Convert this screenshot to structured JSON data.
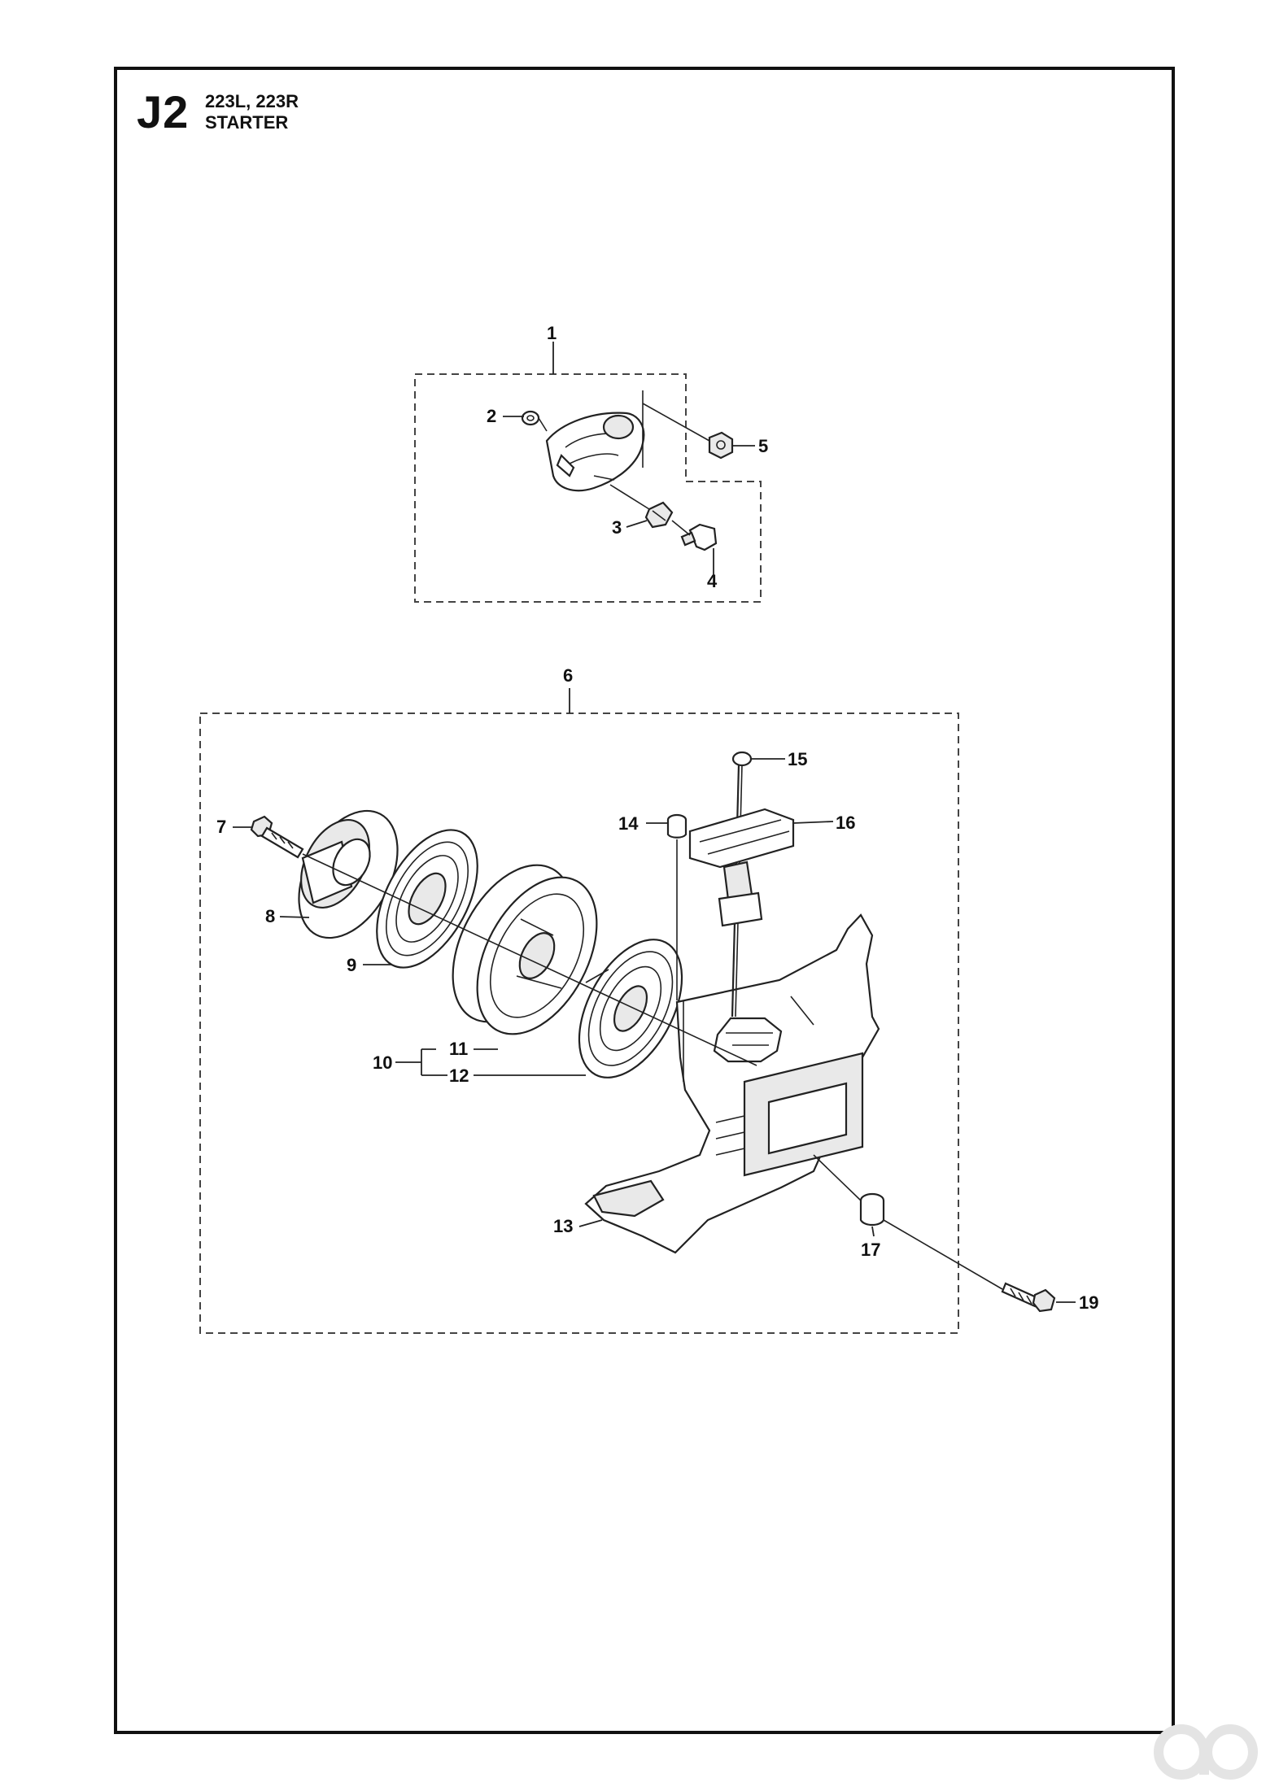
{
  "header": {
    "section_code": "J2",
    "models": "223L, 223R",
    "title": "STARTER"
  },
  "callouts": [
    "1",
    "2",
    "3",
    "4",
    "5",
    "6",
    "7",
    "8",
    "9",
    "10",
    "11",
    "12",
    "13",
    "14",
    "15",
    "16",
    "17",
    "19"
  ]
}
